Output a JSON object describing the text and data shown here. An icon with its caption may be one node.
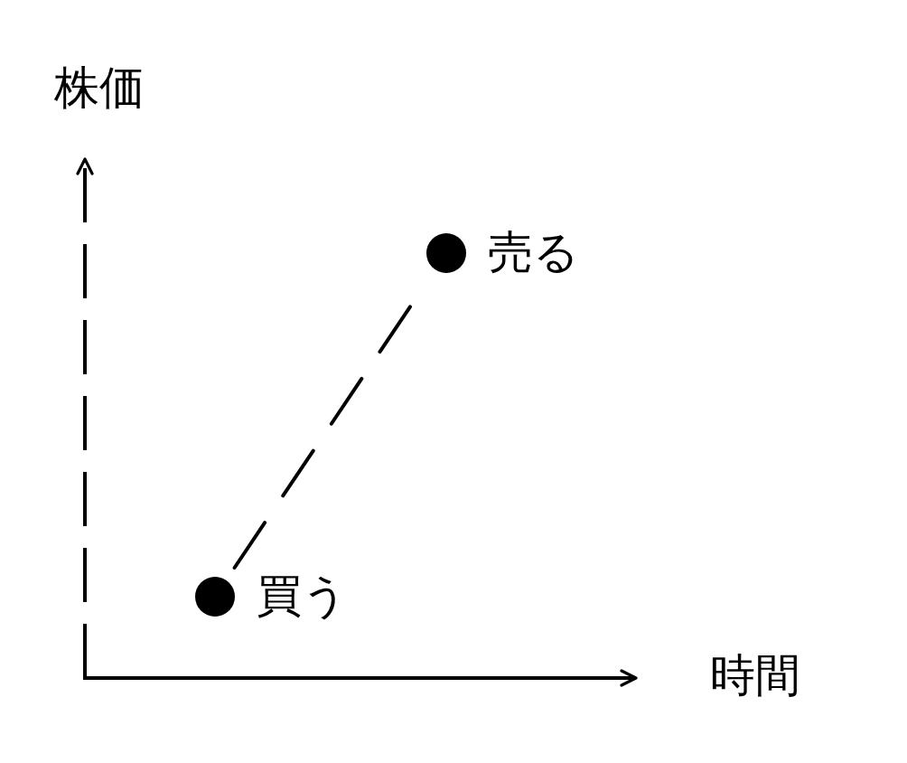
{
  "diagram": {
    "nodes": [
      {
        "text": [
          "売る"
        ]
      },
      {
        "text": [
          "買う"
        ]
      }
    ],
    "edges": [
      {
        "from": 1,
        "to": 0,
        "arrow": "none",
        "style": "dashed"
      }
    ],
    "labels": [
      "株価",
      "時間"
    ]
  }
}
